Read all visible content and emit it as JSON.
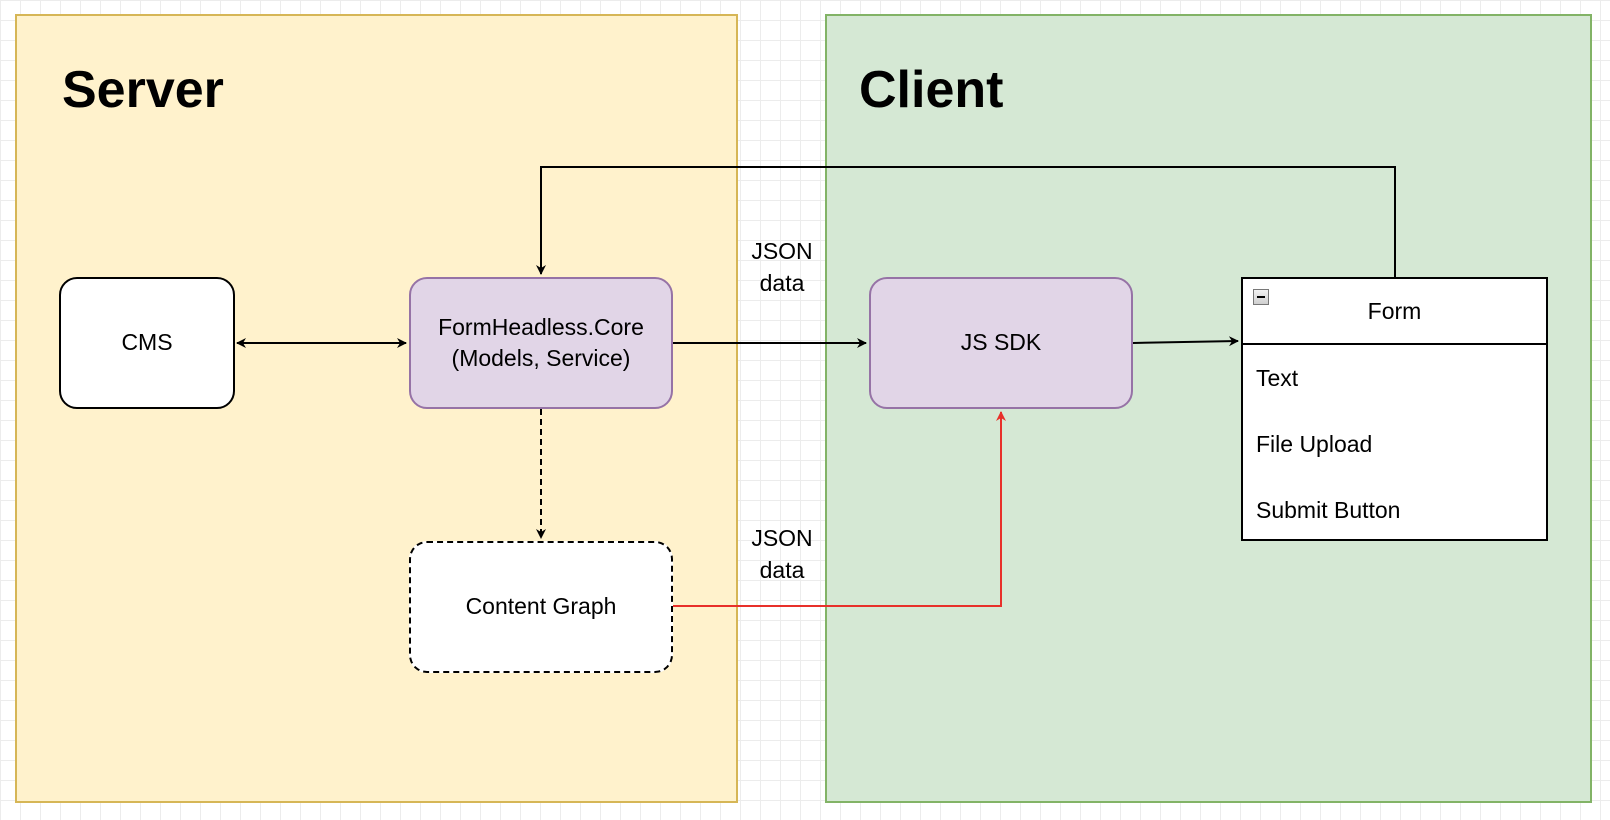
{
  "zones": {
    "server": {
      "title": "Server",
      "fill": "#fff2cc",
      "stroke": "#d6b656"
    },
    "client": {
      "title": "Client",
      "fill": "#d5e8d4",
      "stroke": "#82b366"
    }
  },
  "nodes": {
    "cms": {
      "label": "CMS"
    },
    "core": {
      "line1": "FormHeadless.Core",
      "line2": "(Models, Service)"
    },
    "content_graph": {
      "label": "Content Graph"
    },
    "js_sdk": {
      "label": "JS SDK"
    }
  },
  "form": {
    "title": "Form",
    "items": [
      "Text",
      "File Upload",
      "Submit Button"
    ]
  },
  "edge_labels": {
    "core_to_sdk": {
      "line1": "JSON",
      "line2": "data"
    },
    "graph_to_sdk": {
      "line1": "JSON",
      "line2": "data"
    }
  },
  "colors": {
    "node_purple_fill": "#e1d5e7",
    "node_purple_stroke": "#9673a6",
    "highlight_edge": "#e8302a"
  }
}
